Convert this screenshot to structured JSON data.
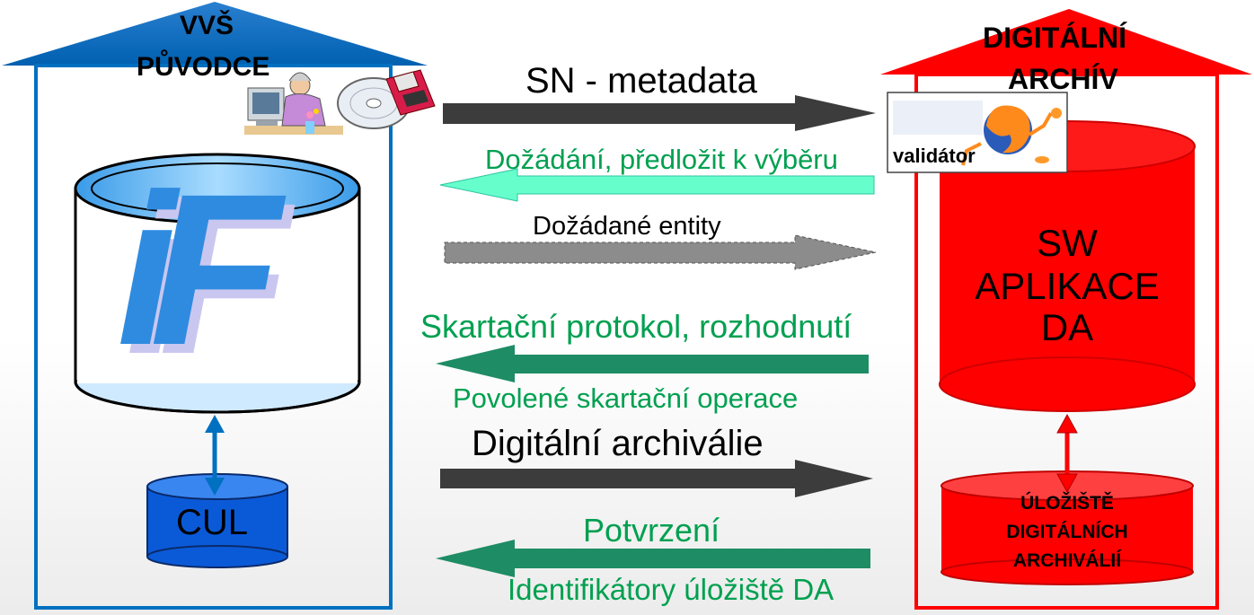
{
  "left_house": {
    "title_line1": "VVŠ",
    "title_line2": "PŮVODCE",
    "app_logo": "iF",
    "storage_label": "CUL"
  },
  "right_house": {
    "title_line1": "DIGITÁLNÍ",
    "title_line2": "ARCHÍV",
    "app_line1": "SW",
    "app_line2": "APLIKACE",
    "app_line3": "DA",
    "storage_line1": "ÚLOŽIŠTĚ",
    "storage_line2": "DIGITÁLNÍCH",
    "storage_line3": "ARCHIVÁLIÍ",
    "validator_label": "validátor"
  },
  "flows": {
    "sn_metadata": "SN - metadata",
    "request_selection": "Dožádání, předložit k výběru",
    "requested_entities": "Dožádané entity",
    "shredding_protocol": "Skartační protokol, rozhodnutí",
    "allowed_operations": "Povolené skartační operace",
    "digital_archivals": "Digitální archiválie",
    "confirmation": "Potvrzení",
    "identifiers": "Identifikátory úložiště DA"
  },
  "colors": {
    "blue": "#0070c0",
    "red": "#ff0000",
    "dark_arrow": "#3c3c3c",
    "gray_arrow": "#8c8c8c",
    "green": "#00a050",
    "green_arrow": "#1e8c64",
    "cyan_arrow": "#66ffcc"
  }
}
